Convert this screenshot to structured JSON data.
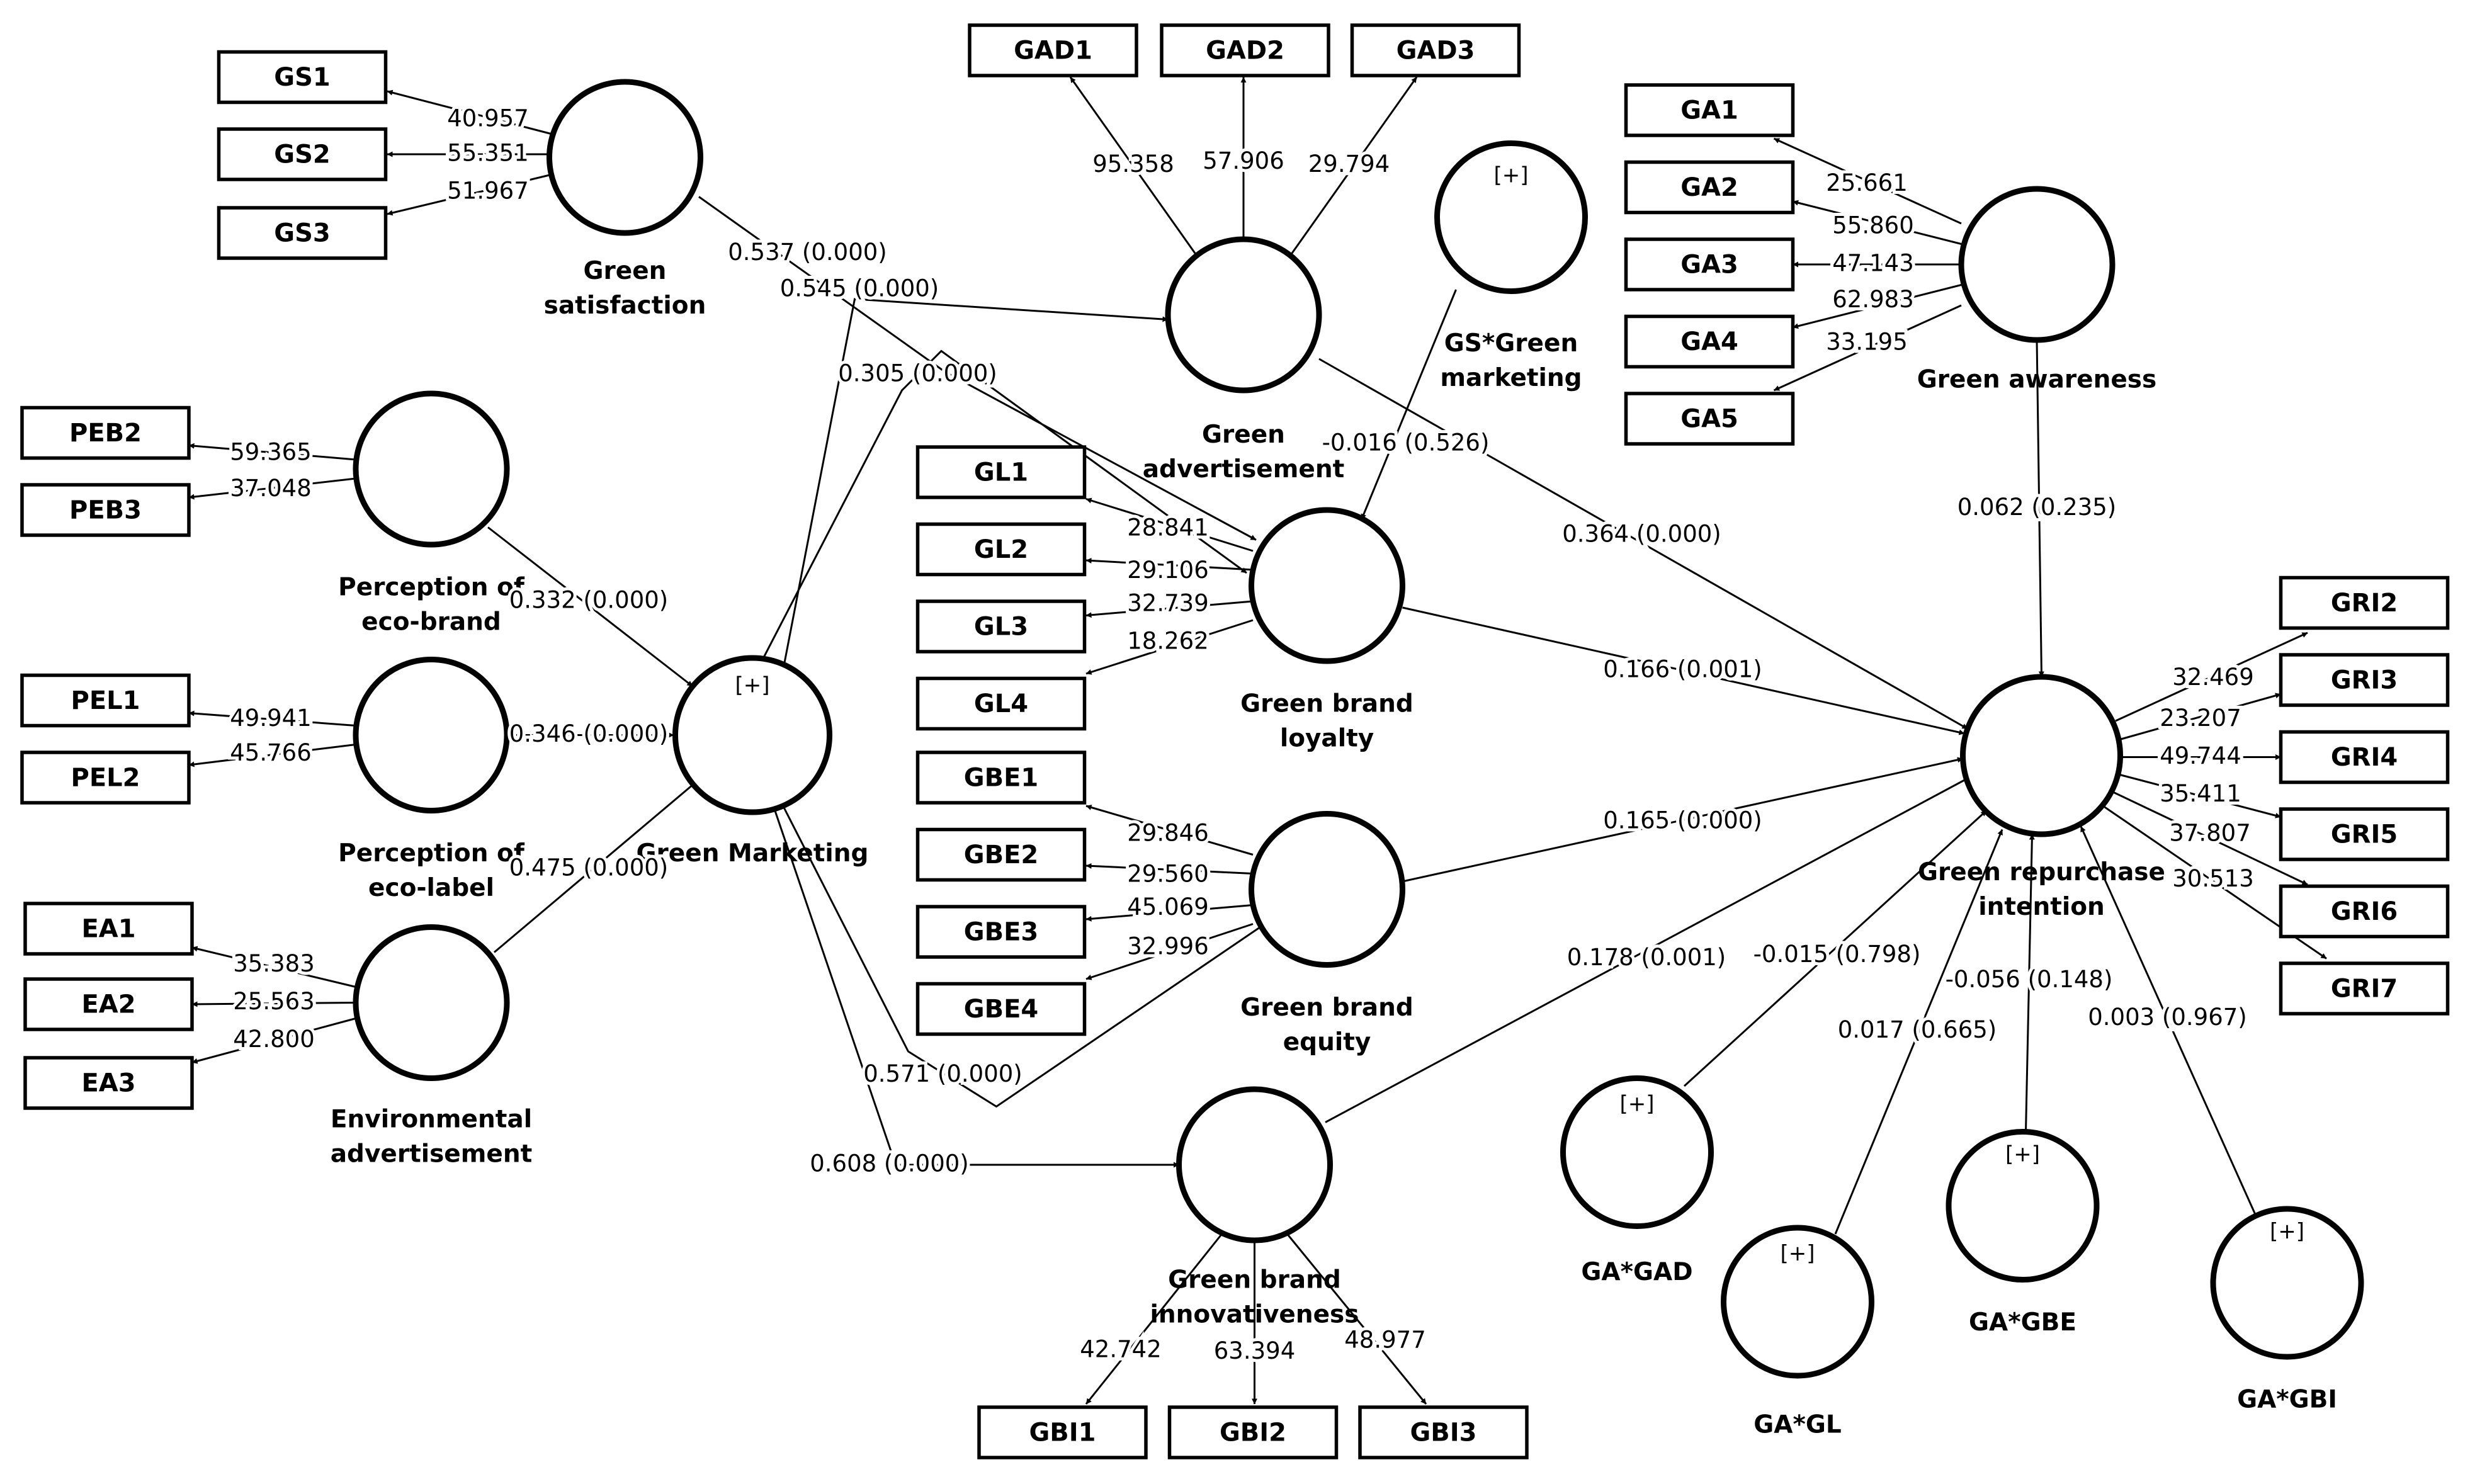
{
  "latents": {
    "gs": {
      "label": [
        "Green",
        "satisfaction"
      ]
    },
    "gad": {
      "label": [
        "Green",
        "advertisement"
      ]
    },
    "mod_gs_gm": {
      "label": [
        "GS*Green",
        "marketing"
      ],
      "plus": "[+]"
    },
    "ga": {
      "label": [
        "Green awareness"
      ]
    },
    "peb": {
      "label": [
        "Perception of",
        "eco-brand"
      ]
    },
    "pel": {
      "label": [
        "Perception of",
        "eco-label"
      ]
    },
    "ea": {
      "label": [
        "Environmental",
        "advertisement"
      ]
    },
    "gm": {
      "label": [
        "Green Marketing"
      ],
      "plus": "[+]"
    },
    "gl": {
      "label": [
        "Green brand",
        "loyalty"
      ]
    },
    "gbe": {
      "label": [
        "Green brand",
        "equity"
      ]
    },
    "gbi": {
      "label": [
        "Green brand",
        "innovativeness"
      ]
    },
    "gri": {
      "label": [
        "Green repurchase",
        "intention"
      ]
    },
    "mod_ga_gad": {
      "label": [
        "GA*GAD"
      ],
      "plus": "[+]"
    },
    "mod_ga_gl": {
      "label": [
        "GA*GL"
      ],
      "plus": "[+]"
    },
    "mod_ga_gbe": {
      "label": [
        "GA*GBE"
      ],
      "plus": "[+]"
    },
    "mod_ga_gbi": {
      "label": [
        "GA*GBI"
      ],
      "plus": "[+]"
    }
  },
  "indicators": {
    "GS1": "GS1",
    "GS2": "GS2",
    "GS3": "GS3",
    "GAD1": "GAD1",
    "GAD2": "GAD2",
    "GAD3": "GAD3",
    "GA1": "GA1",
    "GA2": "GA2",
    "GA3": "GA3",
    "GA4": "GA4",
    "GA5": "GA5",
    "PEB2": "PEB2",
    "PEB3": "PEB3",
    "PEL1": "PEL1",
    "PEL2": "PEL2",
    "EA1": "EA1",
    "EA2": "EA2",
    "EA3": "EA3",
    "GL1": "GL1",
    "GL2": "GL2",
    "GL3": "GL3",
    "GL4": "GL4",
    "GBE1": "GBE1",
    "GBE2": "GBE2",
    "GBE3": "GBE3",
    "GBE4": "GBE4",
    "GBI1": "GBI1",
    "GBI2": "GBI2",
    "GBI3": "GBI3",
    "GRI2": "GRI2",
    "GRI3": "GRI3",
    "GRI4": "GRI4",
    "GRI5": "GRI5",
    "GRI6": "GRI6",
    "GRI7": "GRI7"
  },
  "loadings": {
    "GS1": "40.957",
    "GS2": "55.351",
    "GS3": "51.967",
    "GAD1": "95.358",
    "GAD2": "57.906",
    "GAD3": "29.794",
    "GA1": "25.661",
    "GA2": "55.860",
    "GA3": "47.143",
    "GA4": "62.983",
    "GA5": "33.195",
    "PEB2": "59.365",
    "PEB3": "37.048",
    "PEL1": "49.941",
    "PEL2": "45.766",
    "EA1": "35.383",
    "EA2": "25.563",
    "EA3": "42.800",
    "GL1": "28.841",
    "GL2": "29.106",
    "GL3": "32.739",
    "GL4": "18.262",
    "GBE1": "29.846",
    "GBE2": "29.560",
    "GBE3": "45.069",
    "GBE4": "32.996",
    "GBI1": "42.742",
    "GBI2": "63.394",
    "GBI3": "48.977",
    "GRI2": "32.469",
    "GRI3": "23.207",
    "GRI4": "49.744",
    "GRI5": "35.411",
    "GRI6": "37.807",
    "GRI7": "30.513"
  },
  "paths": {
    "gs_gl": "0.537 (0.000)",
    "gm_gad": "0.545 (0.000)",
    "gm_gl": "0.305 (0.000)",
    "peb_gm": "0.332 (0.000)",
    "pel_gm": "0.346 (0.000)",
    "ea_gm": "0.475 (0.000)",
    "mod_gl": "-0.016 (0.526)",
    "gad_gri": "0.364 (0.000)",
    "ga_gri": "0.062 (0.235)",
    "gl_gri": "0.166 (0.001)",
    "gbe_gri": "0.165 (0.000)",
    "gm_gbe": "0.571 (0.000)",
    "gm_gbi": "0.608 (0.000)",
    "gbi_gri": "0.178 (0.001)",
    "gagad_gri": "-0.015 (0.798)",
    "gagl_gri": "0.017 (0.665)",
    "gagbe_gri": "-0.056 (0.148)",
    "gagbi_gri": "0.003 (0.967)"
  }
}
